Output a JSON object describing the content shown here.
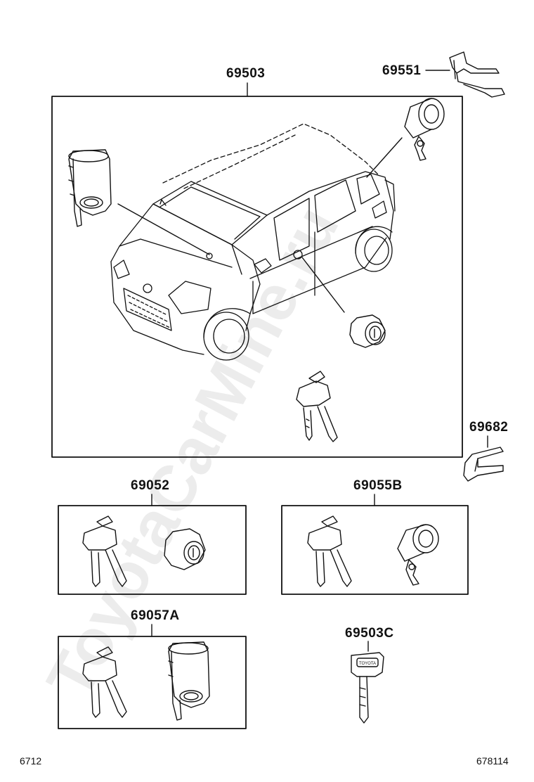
{
  "watermark": {
    "text": "ToyotaCarMine.ru",
    "color": "#ececec"
  },
  "parts": {
    "p69503": "69503",
    "p69551": "69551",
    "p69682": "69682",
    "p69052": "69052",
    "p69055B": "69055B",
    "p69057A": "69057A",
    "p69503C": "69503C"
  },
  "key_head_text": "TOYOTA",
  "footer": {
    "left": "6712",
    "right": "678114"
  },
  "colors": {
    "line": "#111111",
    "background": "#ffffff"
  }
}
